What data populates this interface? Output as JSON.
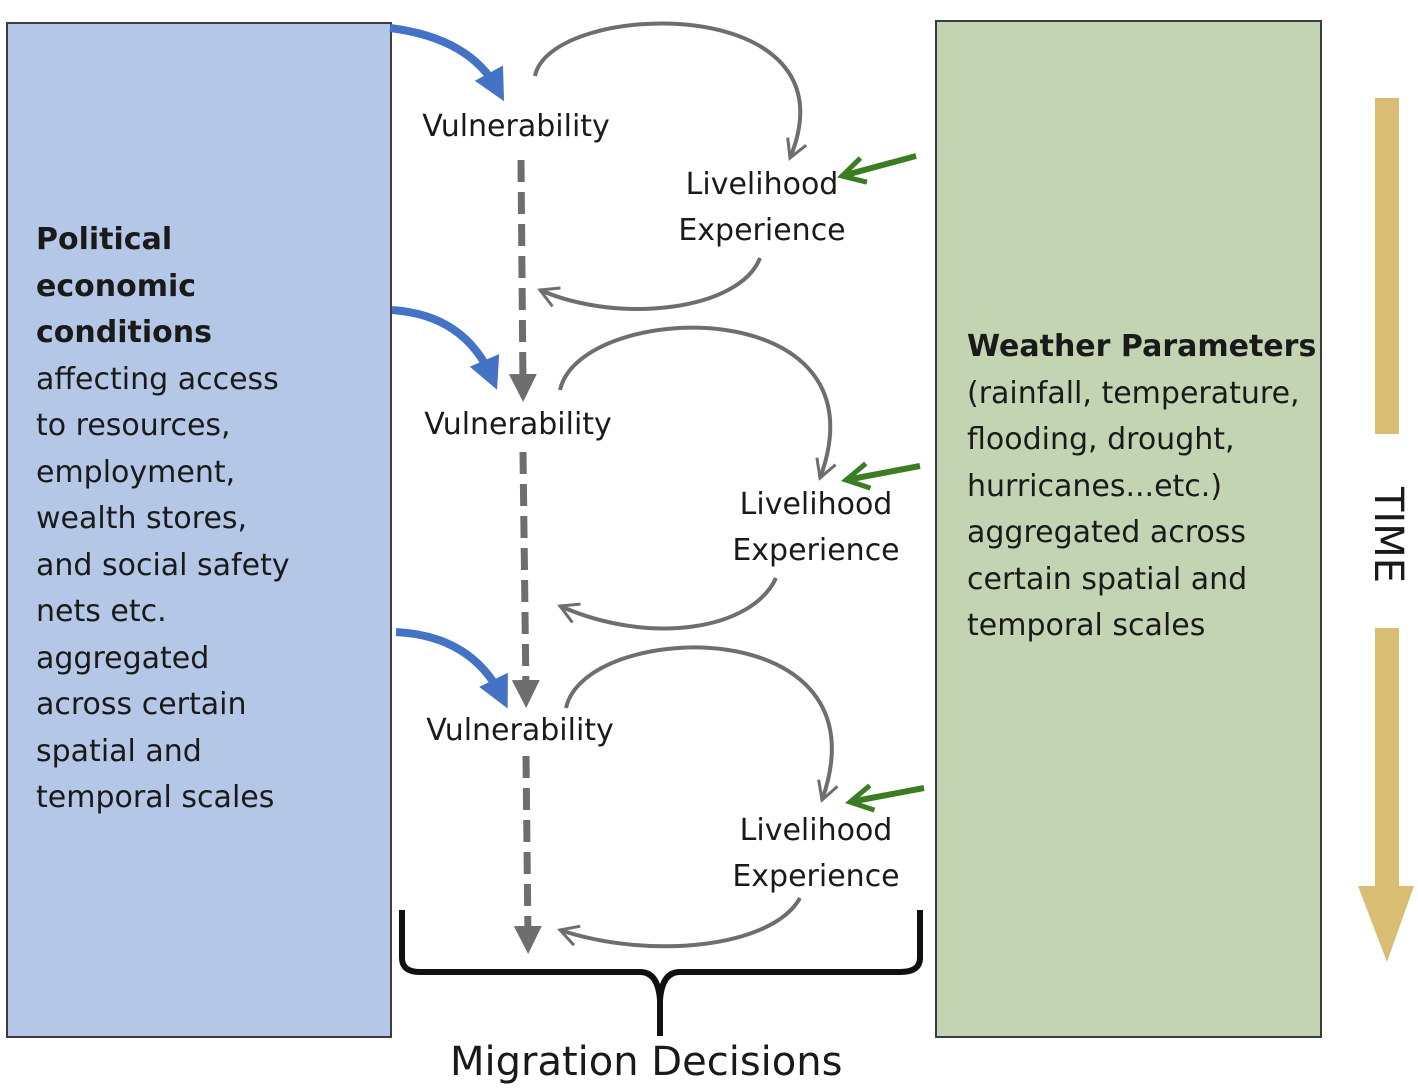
{
  "left_panel": {
    "bold_lines": [
      "Political",
      "economic",
      "conditions"
    ],
    "lines": [
      "affecting access",
      "to resources,",
      "employment,",
      "wealth stores,",
      "and social safety",
      "nets etc.",
      "aggregated",
      "across certain",
      "spatial and",
      "temporal scales"
    ]
  },
  "right_panel": {
    "bold_line": "Weather Parameters",
    "lines": [
      "(rainfall, temperature,",
      "flooding, drought,",
      "hurricanes...etc.)",
      "aggregated across",
      "certain spatial and",
      "temporal scales"
    ]
  },
  "nodes": {
    "vulnerability": [
      "Vulnerability",
      "Vulnerability",
      "Vulnerability"
    ],
    "livelihood": [
      {
        "line1": "Livelihood",
        "line2": "Experience"
      },
      {
        "line1": "Livelihood",
        "line2": "Experience"
      },
      {
        "line1": "Livelihood",
        "line2": "Experience"
      }
    ]
  },
  "time_label": "TIME",
  "migration_label": "Migration Decisions",
  "colors": {
    "left_panel": "#b4c7e7",
    "right_panel": "#c3d4b2",
    "blue_arrow": "#4472c4",
    "green_arrow": "#3a7d22",
    "gray_arrow": "#6e6e6e",
    "time_arrow": "#d9bd73"
  }
}
